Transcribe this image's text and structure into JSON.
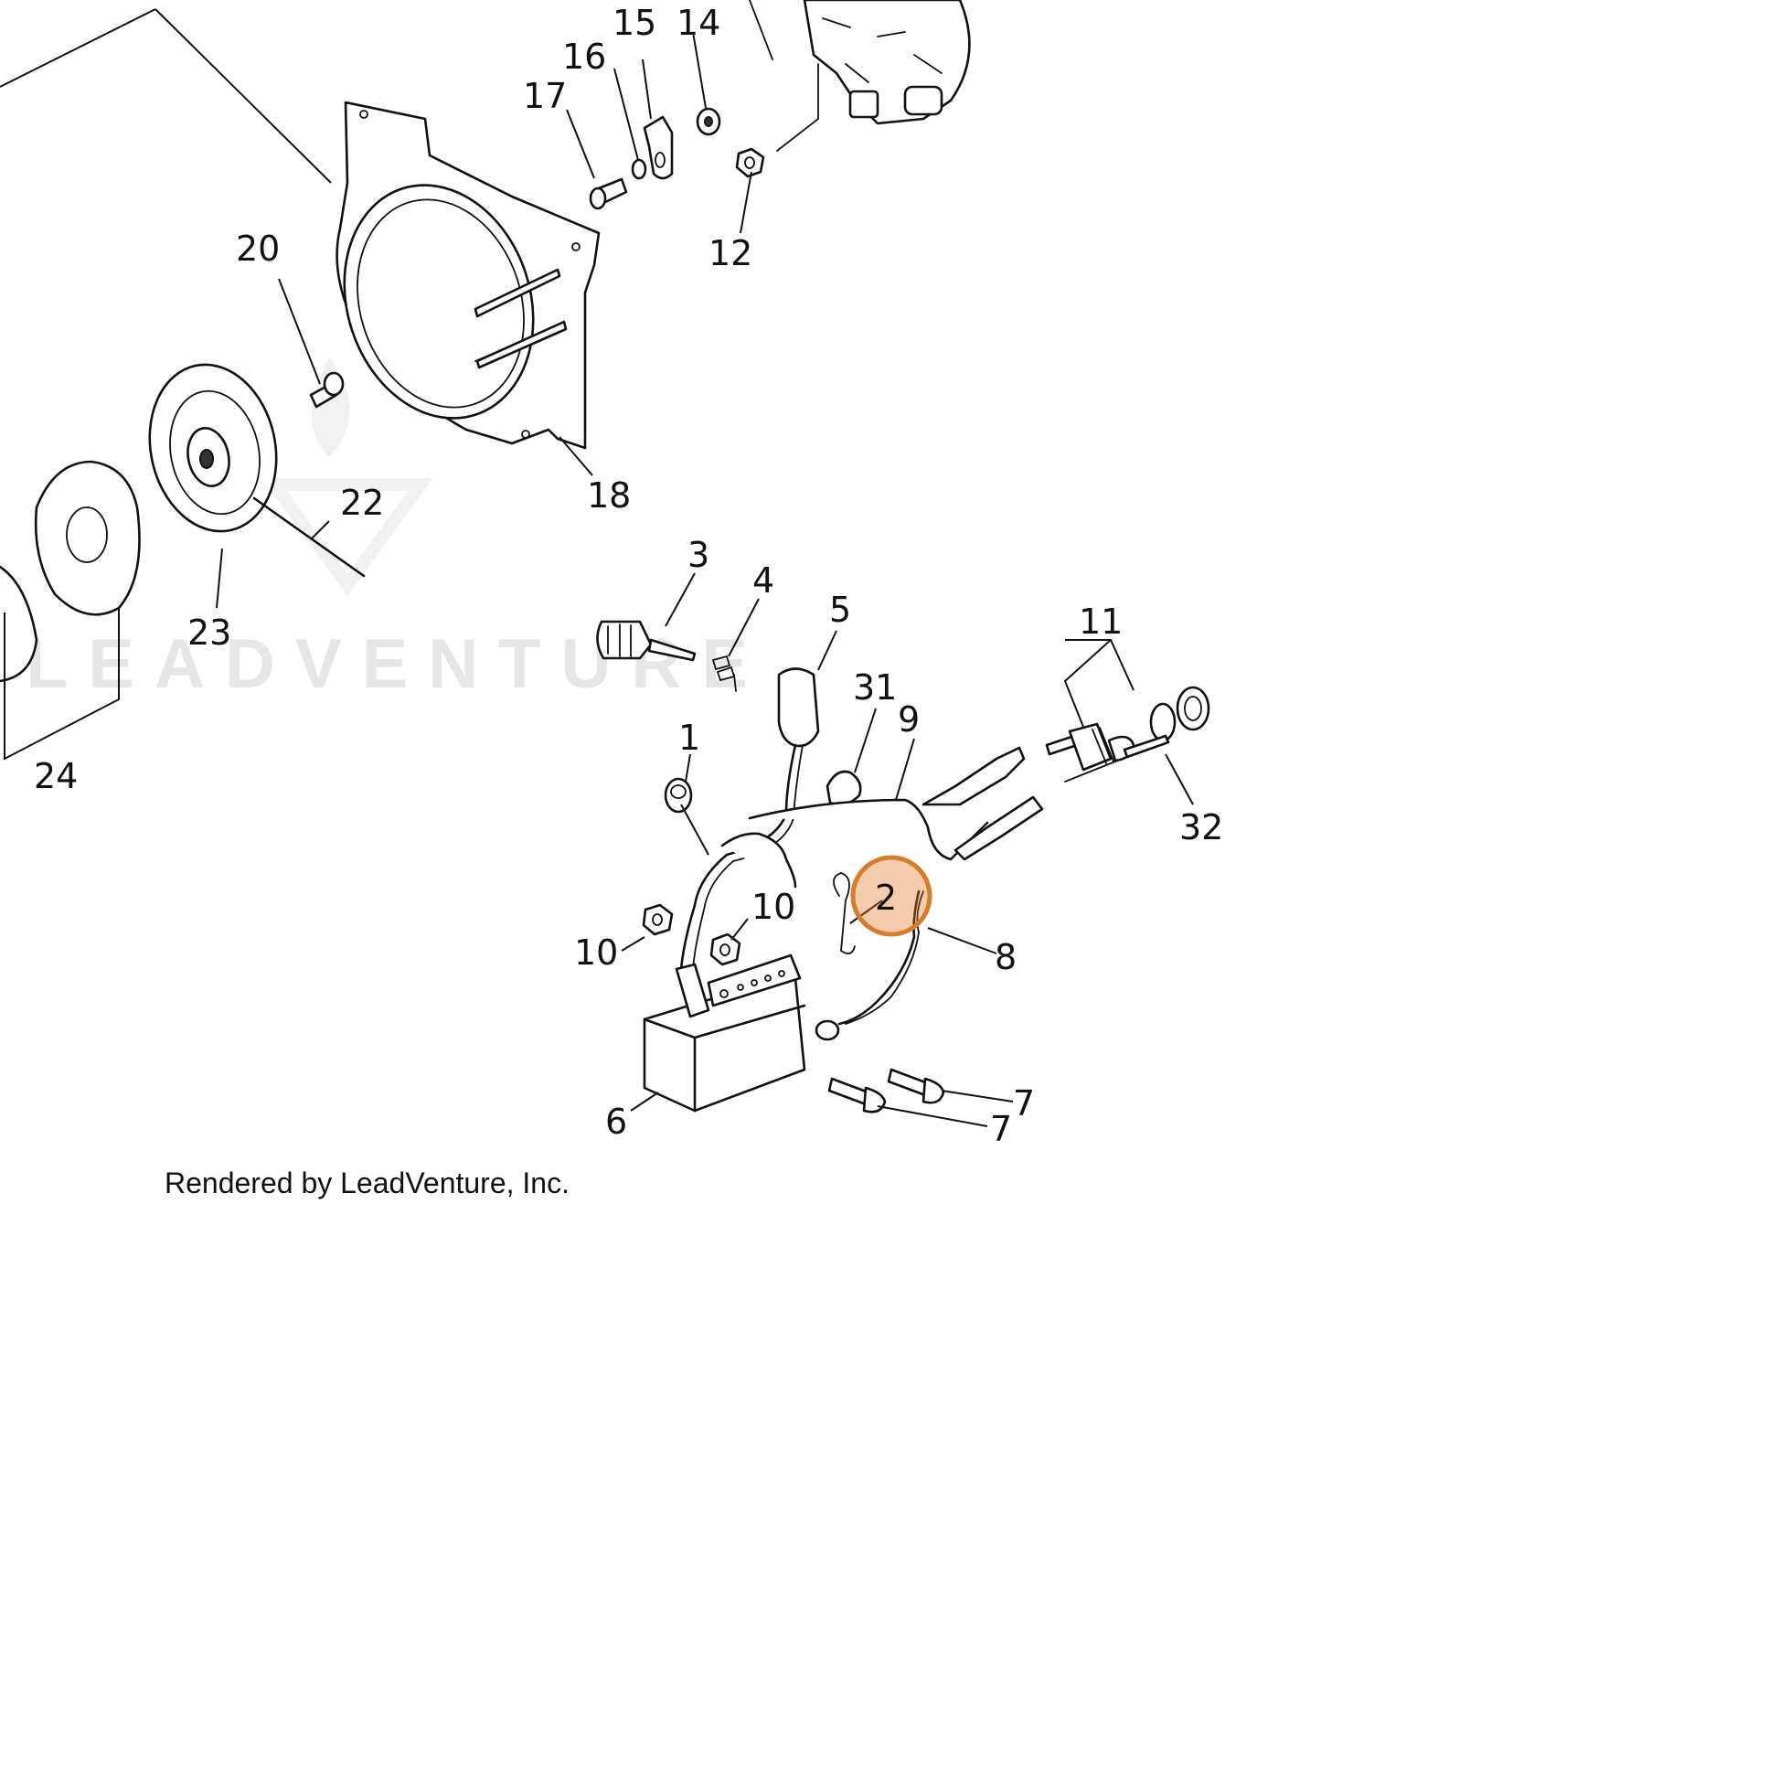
{
  "callouts": {
    "c1": "1",
    "c2": "2",
    "c3": "3",
    "c4": "4",
    "c5": "5",
    "c6": "6",
    "c7a": "7",
    "c7b": "7",
    "c8": "8",
    "c9": "9",
    "c10a": "10",
    "c10b": "10",
    "c11": "11",
    "c12": "12",
    "c14": "14",
    "c15": "15",
    "c16": "16",
    "c17": "17",
    "c18": "18",
    "c20": "20",
    "c22": "22",
    "c23": "23",
    "c24": "24",
    "c31": "31",
    "c32": "32"
  },
  "watermark": {
    "text": "LEADVENTURE"
  },
  "credit": {
    "text": "Rendered by LeadVenture, Inc."
  },
  "highlight": {
    "part": "2",
    "color": "#d77b2d"
  }
}
